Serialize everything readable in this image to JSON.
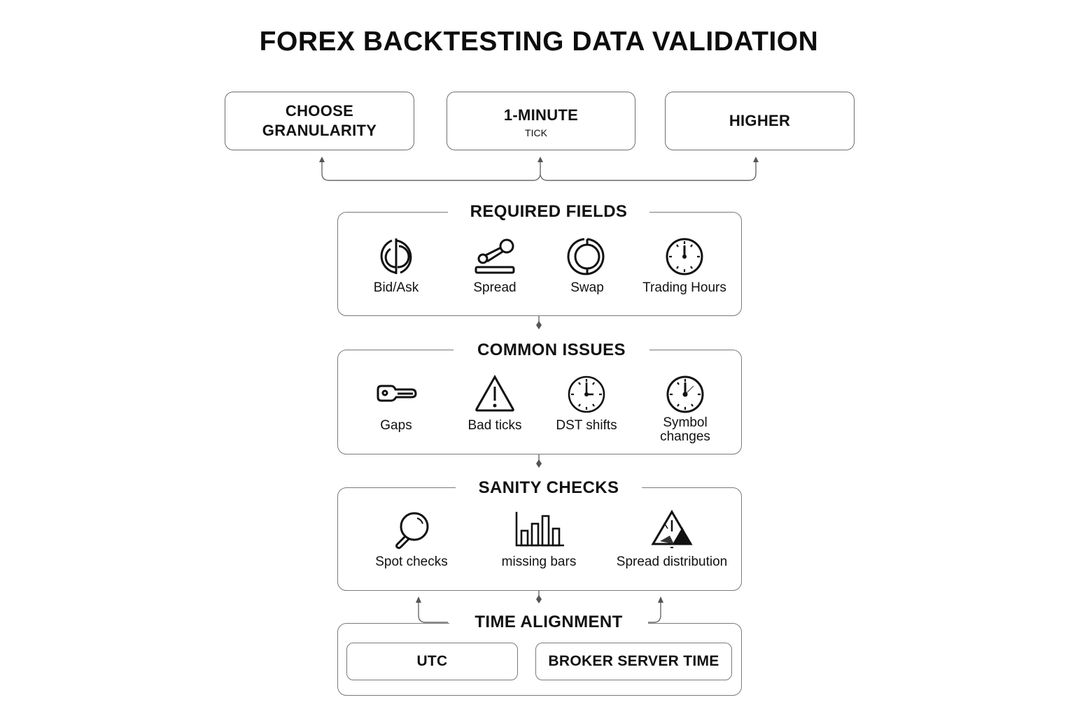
{
  "title": "FOREX BACKTESTING DATA VALIDATION",
  "granularity": {
    "boxes": [
      {
        "label": "CHOOSE GRANULARITY",
        "line1": "CHOOSE",
        "line2": "GRANULARITY"
      },
      {
        "label": "1-MINUTE",
        "sub": "TICK"
      },
      {
        "label": "HIGHER"
      }
    ]
  },
  "required_fields": {
    "title": "REQUIRED FIELDS",
    "items": [
      {
        "label": "Bid/Ask",
        "icon": "bid-ask-icon"
      },
      {
        "label": "Spread",
        "icon": "spread-icon"
      },
      {
        "label": "Swap",
        "icon": "swap-icon"
      },
      {
        "label": "Trading Hours",
        "icon": "clock-icon"
      }
    ]
  },
  "common_issues": {
    "title": "COMMON ISSUES",
    "items": [
      {
        "label": "Gaps",
        "icon": "key-icon"
      },
      {
        "label": "Bad ticks",
        "icon": "warning-icon"
      },
      {
        "label": "DST shifts",
        "icon": "clock-icon"
      },
      {
        "label": "Symbol changes",
        "line1": "Symbol",
        "line2": "changes",
        "icon": "clock-icon"
      }
    ]
  },
  "sanity_checks": {
    "title": "SANITY CHECKS",
    "items": [
      {
        "label": "Spot checks",
        "icon": "magnifier-icon"
      },
      {
        "label": "missing bars",
        "icon": "bar-chart-icon"
      },
      {
        "label": "Spread distribution",
        "icon": "warning-mountain-icon"
      }
    ]
  },
  "time_alignment": {
    "title": "TIME ALIGNMENT",
    "options": [
      {
        "label": "UTC"
      },
      {
        "label": "BROKER SERVER TIME"
      }
    ]
  },
  "colors": {
    "border": "#7a7a7a",
    "text": "#111111",
    "background": "#ffffff"
  }
}
